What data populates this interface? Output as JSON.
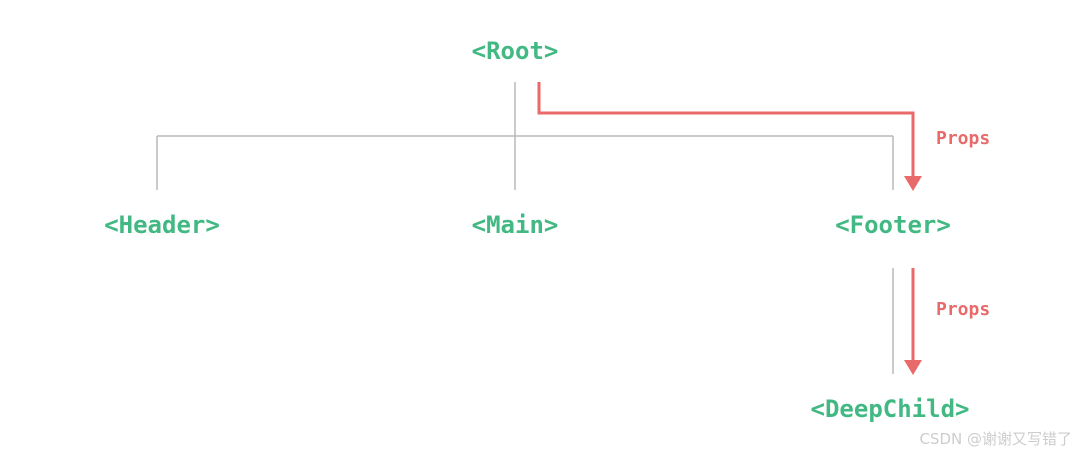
{
  "nodes": {
    "root": "<Root>",
    "header": "<Header>",
    "main": "<Main>",
    "footer": "<Footer>",
    "deep_child": "<DeepChild>"
  },
  "edges": {
    "props_root_to_footer": "Props",
    "props_footer_to_deepchild": "Props"
  },
  "watermark": "CSDN @谢谢又写错了",
  "colors": {
    "node_text": "#42b883",
    "props_arrow": "#e96a6a",
    "tree_line": "#b8b8b8",
    "background": "#ffffff"
  }
}
